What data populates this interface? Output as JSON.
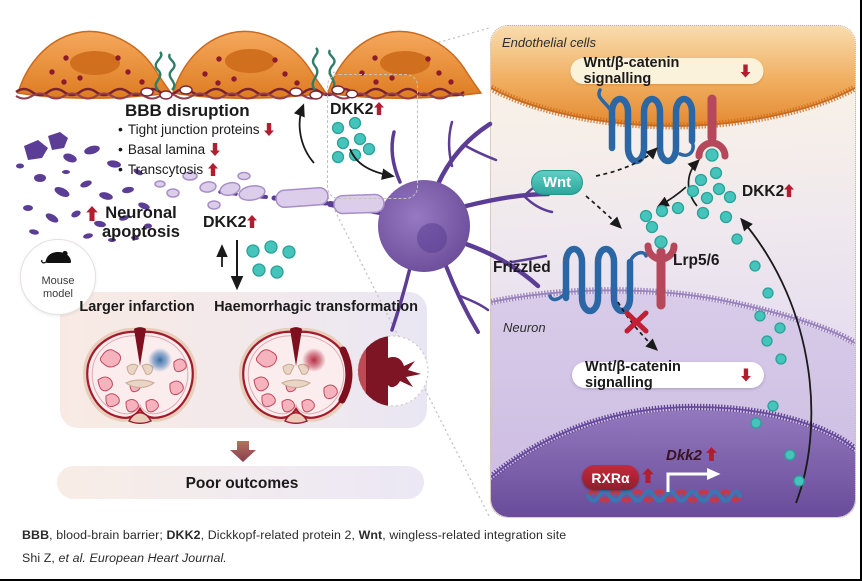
{
  "left": {
    "bbb_title": "BBB disruption",
    "bullet_marker": "•",
    "bullets": [
      {
        "text": "Tight junction proteins",
        "arrow": "down"
      },
      {
        "text": "Basal lamina",
        "arrow": "down"
      },
      {
        "text": "Transcytosis",
        "arrow": "up"
      }
    ],
    "neuronal_apoptosis": {
      "arrow": "up",
      "line1": "Neuronal",
      "line2": "apoptosis"
    },
    "dkk2_vessel": {
      "label": "DKK2",
      "arrow": "up"
    },
    "dkk2_axon": {
      "label": "DKK2",
      "arrow": "up"
    },
    "mouse_model_line1": "Mouse",
    "mouse_model_line2": "model",
    "larger_infarction": "Larger infarction",
    "haemorrhagic_transformation": "Haemorrhagic transformation",
    "poor_outcomes": "Poor outcomes"
  },
  "right": {
    "endothelial_cells": "Endothelial cells",
    "signalling_endothelial": {
      "label": "Wnt/β-catenin signalling",
      "arrow": "down"
    },
    "wnt": "Wnt",
    "dkk2": {
      "label": "DKK2",
      "arrow": "up"
    },
    "frizzled": "Frizzled",
    "lrp56": "Lrp5/6",
    "neuron": "Neuron",
    "signalling_neuron": {
      "label": "Wnt/β-catenin signalling",
      "arrow": "down"
    },
    "rxra": {
      "label": "RXRα",
      "arrow": "up"
    },
    "dkk2_gene": {
      "label": "Dkk2",
      "arrow": "up"
    }
  },
  "footer": {
    "abbreviations": [
      {
        "text": "BBB",
        "bold": true
      },
      {
        "text": ", blood-brain barrier; "
      },
      {
        "text": "DKK2",
        "bold": true
      },
      {
        "text": ", Dickkopf-related protein 2, "
      },
      {
        "text": "Wnt",
        "bold": true
      },
      {
        "text": ", wingless-related integration site"
      }
    ],
    "citation": [
      {
        "text": "Shi Z, "
      },
      {
        "text": "et al.",
        "italic": true
      },
      {
        "text": " "
      },
      {
        "text": "European Heart Journal.",
        "italic": true
      }
    ]
  },
  "colors": {
    "endothelial_orange": "#e8923c",
    "neuron_purple": "#6c4d9f",
    "dkk2_teal": "#3fc1b9",
    "arrow_crimson": "#b01e30",
    "haemorrhage_maroon": "#7e1525",
    "badge_cream": "#fbf2db"
  }
}
